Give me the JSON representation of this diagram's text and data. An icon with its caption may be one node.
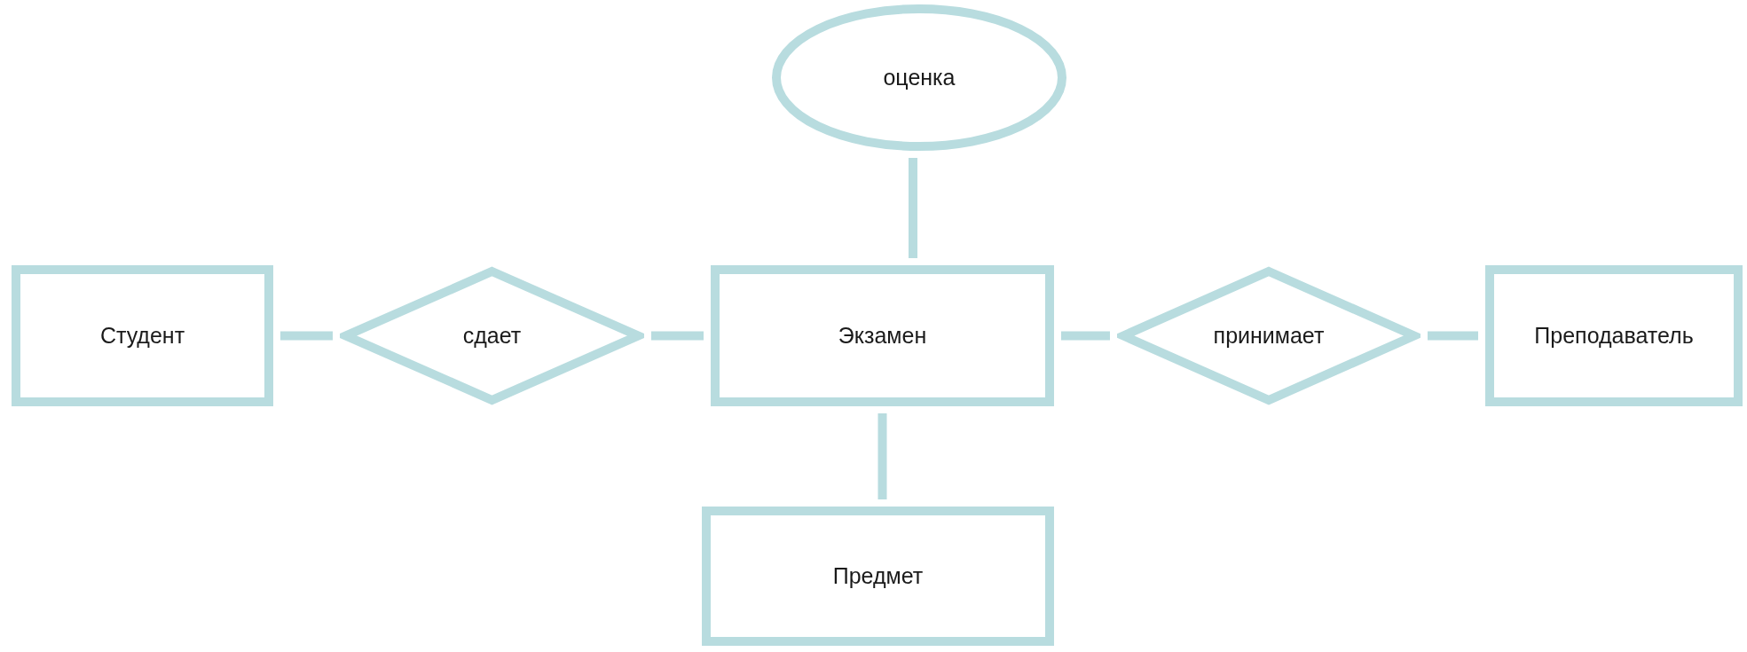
{
  "diagram": {
    "nodes": [
      {
        "text": [
          "оценка"
        ]
      },
      {
        "text": [
          "Студент"
        ]
      },
      {
        "text": [
          "сдает"
        ]
      },
      {
        "text": [
          "Экзамен"
        ]
      },
      {
        "text": [
          "принимает"
        ]
      },
      {
        "text": [
          "Преподаватель"
        ]
      },
      {
        "text": [
          "Предмет"
        ]
      }
    ],
    "edges": [
      {
        "from": 1,
        "to": 2,
        "arrow": "none"
      },
      {
        "from": 2,
        "to": 3,
        "arrow": "none"
      },
      {
        "from": 3,
        "to": 4,
        "arrow": "none"
      },
      {
        "from": 4,
        "to": 5,
        "arrow": "none"
      },
      {
        "from": 0,
        "to": 3,
        "arrow": "none"
      },
      {
        "from": 3,
        "to": 6,
        "arrow": "none"
      }
    ]
  }
}
